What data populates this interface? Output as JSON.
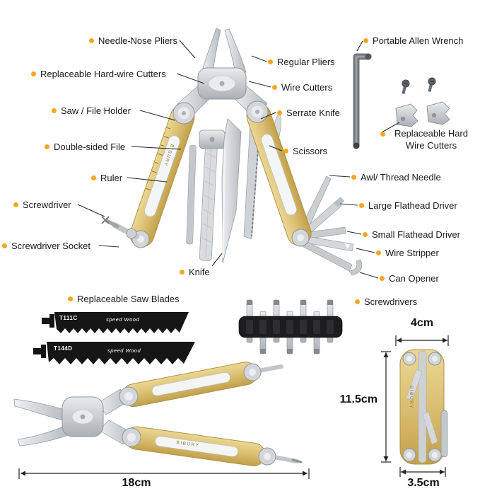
{
  "title": "Multi-tool parts diagram",
  "colors": {
    "accent": "#F5A623",
    "handle_gold": "#D8BC6E",
    "steel": "#C9CCD0",
    "blade_black": "#161616"
  },
  "callouts": [
    {
      "id": "needle-nose-pliers",
      "label": "Needle-Nose Pliers"
    },
    {
      "id": "replaceable-hard-wire-cutters",
      "label": "Replaceable Hard-wire Cutters"
    },
    {
      "id": "saw-file-holder",
      "label": "Saw / File Holder"
    },
    {
      "id": "double-sided-file",
      "label": "Double-sided File"
    },
    {
      "id": "ruler",
      "label": "Ruler"
    },
    {
      "id": "screwdriver",
      "label": "Screwdriver"
    },
    {
      "id": "screwdriver-socket",
      "label": "Screwdriver Socket"
    },
    {
      "id": "knife",
      "label": "Knife"
    },
    {
      "id": "portable-allen-wrench",
      "label": "Portable Allen Wrench"
    },
    {
      "id": "regular-pliers",
      "label": "Regular Pliers"
    },
    {
      "id": "wire-cutters",
      "label": "Wire Cutters"
    },
    {
      "id": "serrate-knife",
      "label": "Serrate Knife"
    },
    {
      "id": "scissors",
      "label": "Scissors"
    },
    {
      "id": "replaceable-hard-wire-cutters-spare",
      "label": "Replaceable Hard Wire Cutters"
    },
    {
      "id": "awl-thread-needle",
      "label": "Awl/ Thread Needle"
    },
    {
      "id": "large-flathead-driver",
      "label": "Large Flathead Driver"
    },
    {
      "id": "small-flathead-driver",
      "label": "Small Flathead Driver"
    },
    {
      "id": "wire-stripper",
      "label": "Wire Stripper"
    },
    {
      "id": "can-opener",
      "label": "Can Opener"
    },
    {
      "id": "replaceable-saw-blades",
      "label": "Replaceable Saw Blades"
    },
    {
      "id": "screwdrivers",
      "label": "Screwdrivers"
    }
  ],
  "saw_blades": [
    {
      "model": "T111C",
      "marking": "speed Wood"
    },
    {
      "model": "T144D",
      "marking": "speed Wood"
    }
  ],
  "dimensions": {
    "folded_width": "4cm",
    "height": "11.5cm",
    "thickness": "3.5cm",
    "open_length": "18cm"
  },
  "brand": "BIBURY"
}
